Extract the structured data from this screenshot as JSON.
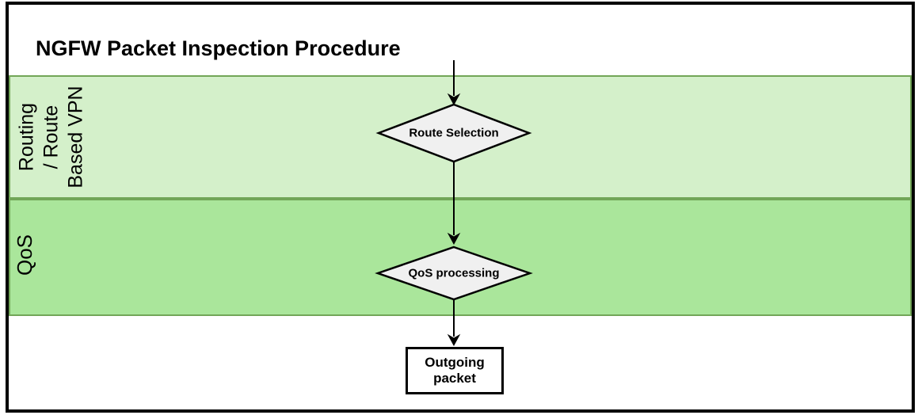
{
  "diagram": {
    "title": "NGFW Packet Inspection Procedure",
    "lanes": [
      {
        "id": "routing-route-based-vpn",
        "label": "Routing\n/ Route\nBased VPN",
        "fill": "#d4f0ca",
        "stroke": "#72a658"
      },
      {
        "id": "qos",
        "label": "QoS",
        "fill": "#aae69b",
        "stroke": "#72a658"
      }
    ],
    "nodes": [
      {
        "id": "route-selection",
        "type": "decision",
        "label": "Route Selection"
      },
      {
        "id": "qos-processing",
        "type": "decision",
        "label": "QoS processing"
      },
      {
        "id": "outgoing-packet",
        "type": "process",
        "label": "Outgoing packet"
      }
    ],
    "colors": {
      "decision_fill": "#f0f0f0",
      "node_stroke": "#000000",
      "arrow": "#000000",
      "frame": "#000000"
    }
  }
}
